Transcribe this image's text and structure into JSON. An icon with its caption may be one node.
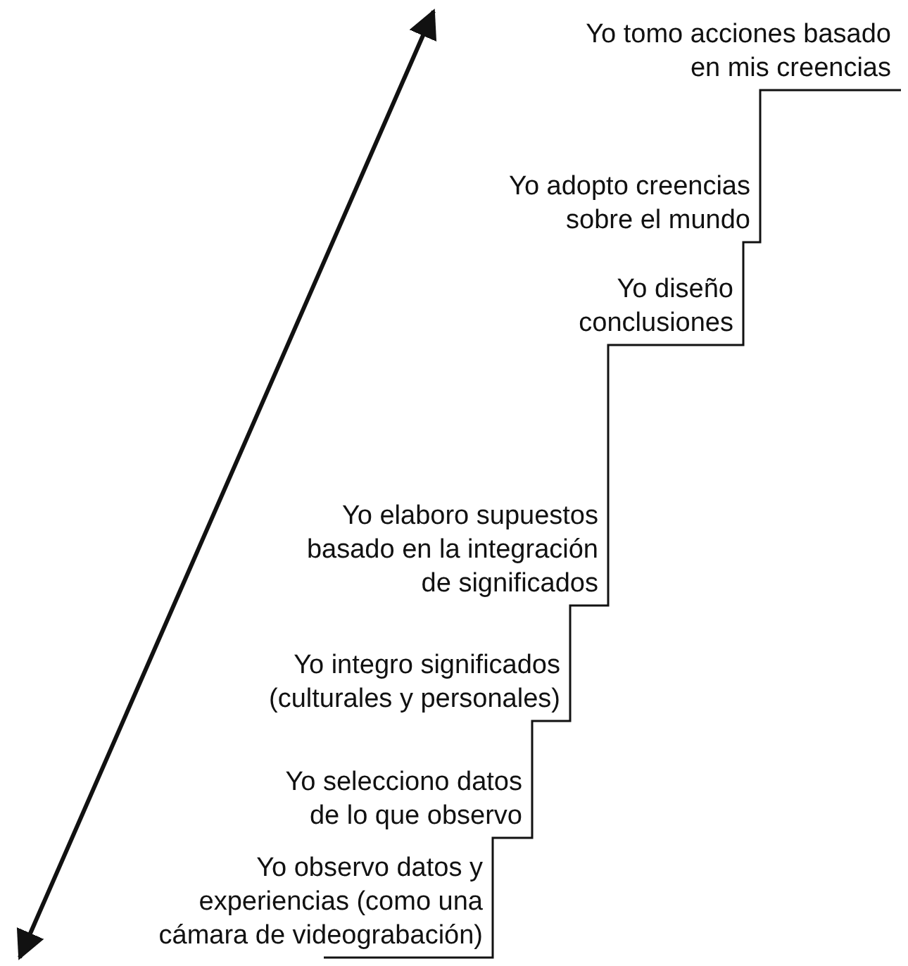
{
  "diagram": {
    "labels": [
      "Yo tomo acciones basado en mis creencias",
      "Yo adopto creencias sobre el mundo",
      "Yo diseño conclusiones",
      "Yo elaboro supuestos basado en la integración de significados",
      "Yo integro significados (culturales y personales)",
      "Yo selecciono datos de lo que observo",
      "Yo observo datos y experiencias (como una cámara de videograbación)"
    ]
  }
}
